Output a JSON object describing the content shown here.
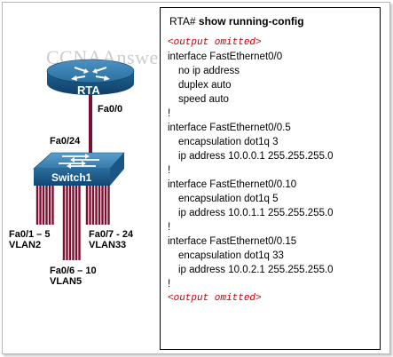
{
  "watermark": "CCNAAnswers.com",
  "colors": {
    "router_body": "#1c5f8f",
    "switch_body": "#1f5d87",
    "link": "#7a1030",
    "omitted_text": "#c00000"
  },
  "devices": {
    "router": {
      "label": "RTA",
      "icon": "router-icon"
    },
    "switch": {
      "label": "Switch1",
      "icon": "switch-icon"
    }
  },
  "links": {
    "router_port": "Fa0/0",
    "switch_uplink_port": "Fa0/24"
  },
  "port_groups": [
    {
      "ports": "Fa0/1 – 5",
      "vlan": "VLAN2"
    },
    {
      "ports": "Fa0/6 – 10",
      "vlan": "VLAN5"
    },
    {
      "ports": "Fa0/7 - 24",
      "vlan": "VLAN33"
    }
  ],
  "config": {
    "prompt": "RTA#",
    "command": "show running-config",
    "lines": [
      "<output omitted>",
      "interface FastEthernet0/0",
      "no ip address",
      "duplex auto",
      "speed auto",
      "!",
      "interface FastEthernet0/0.5",
      "encapsulation dot1q 3",
      "ip address 10.0.0.1 255.255.255.0",
      "!",
      "interface FastEthernet0/0.10",
      "encapsulation dot1q 5",
      "ip address 10.0.1.1 255.255.255.0",
      "!",
      "interface FastEthernet0/0.15",
      "encapsulation dot1q 33",
      "ip address 10.0.2.1 255.255.255.0",
      "!",
      "<output omitted>"
    ]
  }
}
